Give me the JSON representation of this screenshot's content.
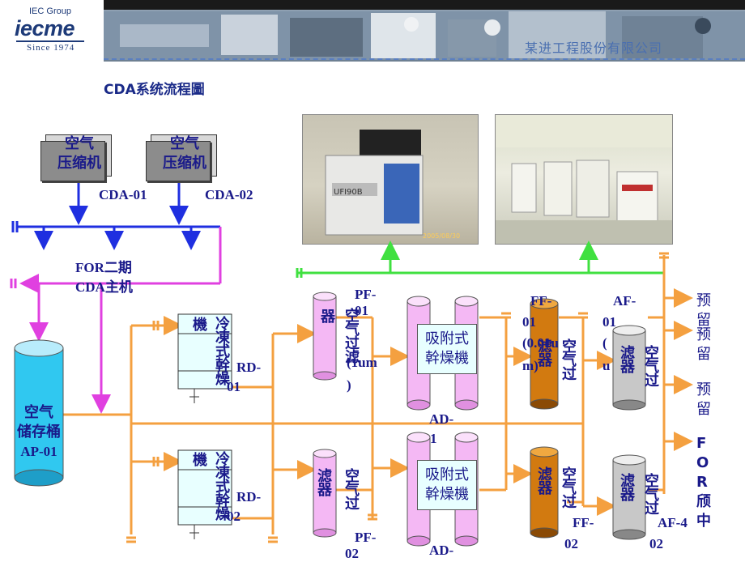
{
  "header": {
    "logo_group": "IEC Group",
    "logo_main": "iecme",
    "logo_since": "Since 1974",
    "company_text": "某进工程股份有限公司"
  },
  "title": "CDA系统流程圖",
  "compressors": [
    {
      "label_line1": "空气",
      "label_line2": "压缩机",
      "tag": "CDA-01"
    },
    {
      "label_line1": "空气",
      "label_line2": "压缩机",
      "tag": "CDA-02"
    }
  ],
  "phase2_label_line1": "FOR二期",
  "phase2_label_line2": "CDA主机",
  "tank": {
    "label_line1": "空气",
    "label_line2": "储存桶",
    "tag": "AP-01"
  },
  "dryers": [
    {
      "prefix": "機",
      "name": "冷凍式幹燥",
      "tag_line1": "RD-",
      "tag_line2": "01"
    },
    {
      "prefix": "機",
      "name": "冷凍式幹燥",
      "tag_line1": "RD-",
      "tag_line2": "02"
    }
  ],
  "pre_filters": [
    {
      "name": "器",
      "side": "空气过滤",
      "tag_line1": "PF-",
      "tag_line2": "01",
      "spec": "(1um",
      "spec_tail": ")"
    },
    {
      "name": "滤器",
      "side": "空气过",
      "tag_line1": "PF-",
      "tag_line2": "02",
      "spec": "",
      "spec_tail": ""
    }
  ],
  "adsorbers": [
    {
      "label_line1": "吸附式",
      "label_line2": "幹燥機",
      "tag_line1": "AD-",
      "tag_line2": "1"
    },
    {
      "label_line1": "吸附式",
      "label_line2": "幹燥機",
      "tag_line1": "AD-",
      "tag_line2": ""
    }
  ],
  "fine_filters": [
    {
      "name": "滤器",
      "side": "空气过",
      "tag_line1": "FF-",
      "tag_line2": "01",
      "spec_line1": "(0.01u",
      "spec_line2": "m)"
    },
    {
      "name": "滤器",
      "side": "空气过",
      "tag_line1": "FF-",
      "tag_line2": "02",
      "spec_line1": "",
      "spec_line2": ""
    }
  ],
  "final_filters": [
    {
      "name": "滤器",
      "side": "空气过",
      "tag_line1": "AF-",
      "tag_line2": "01",
      "spec_line1": "(",
      "spec_line2": "u"
    },
    {
      "name": "滤器",
      "side": "空气过",
      "tag_line1": "AF-4",
      "tag_line2": "02",
      "spec_line1": "",
      "spec_line2": ""
    }
  ],
  "outlets": [
    "预留",
    "预留",
    "预留",
    "FOR颀中"
  ],
  "photo_stamp": "2005/08/30",
  "machine_label": "UFI90B",
  "colors": {
    "orange": "#f4a040",
    "blue": "#1f2fe0",
    "magenta": "#e040e0",
    "green": "#40e040",
    "navy_text": "#1a1a8a"
  }
}
